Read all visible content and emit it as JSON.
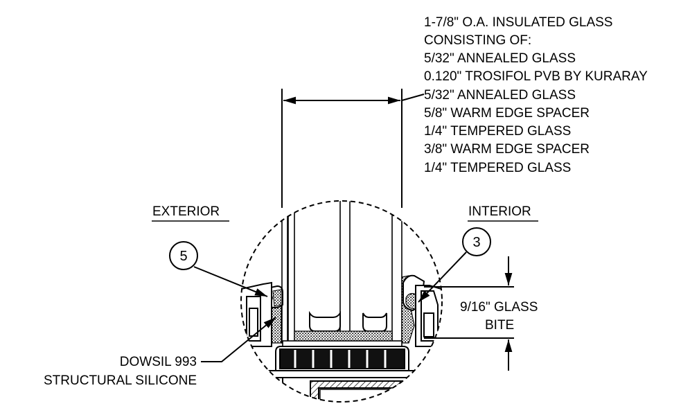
{
  "glass_spec": {
    "lines": [
      "1-7/8\" O.A. INSULATED GLASS",
      "CONSISTING OF:",
      "5/32\" ANNEALED GLASS",
      "0.120\" TROSIFOL PVB BY KURARAY",
      "5/32\" ANNEALED GLASS",
      "5/8\" WARM EDGE SPACER",
      "1/4\" TEMPERED GLASS",
      "3/8\" WARM EDGE SPACER",
      "1/4\" TEMPERED GLASS"
    ]
  },
  "sides": {
    "exterior": "EXTERIOR",
    "interior": "INTERIOR"
  },
  "callouts": {
    "left_number": "5",
    "right_number": "3"
  },
  "glass_bite": {
    "line1": "9/16\" GLASS",
    "line2": "BITE"
  },
  "silicone": {
    "line1": "DOWSIL 993",
    "line2": "STRUCTURAL SILICONE"
  }
}
